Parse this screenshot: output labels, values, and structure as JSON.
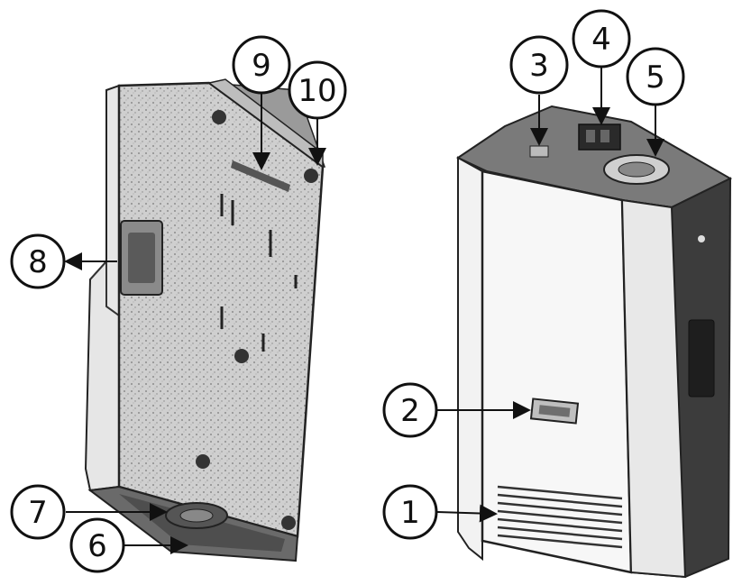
{
  "callouts": [
    {
      "id": 1,
      "label": "1"
    },
    {
      "id": 2,
      "label": "2"
    },
    {
      "id": 3,
      "label": "3"
    },
    {
      "id": 4,
      "label": "4"
    },
    {
      "id": 5,
      "label": "5"
    },
    {
      "id": 6,
      "label": "6"
    },
    {
      "id": 7,
      "label": "7"
    },
    {
      "id": 8,
      "label": "8"
    },
    {
      "id": 9,
      "label": "9"
    },
    {
      "id": 10,
      "label": "10"
    }
  ]
}
